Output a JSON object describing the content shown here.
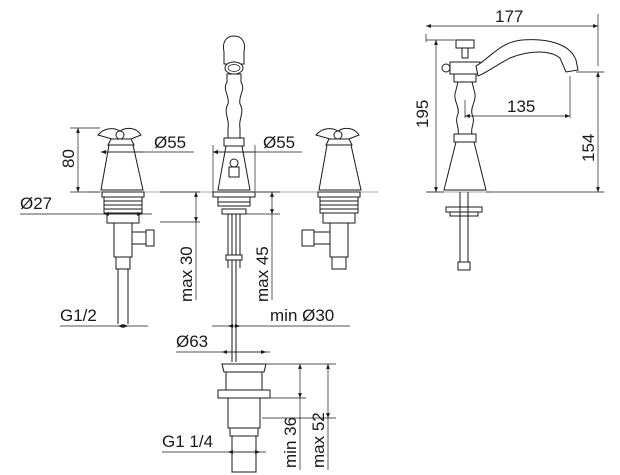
{
  "dimensions": {
    "side_width": "177",
    "side_height": "195",
    "side_reach": "135",
    "side_spout_height": "154",
    "handle_height": "80",
    "handle_diameter": "Ø55",
    "spout_base_diameter": "Ø55",
    "shank_diameter": "Ø27",
    "max_deck_left": "max 30",
    "max_deck_center": "max 45",
    "connection_thread": "G1/2",
    "min_hole": "min Ø30",
    "waste_diameter": "Ø63",
    "waste_min": "min 36",
    "waste_max": "max 52",
    "waste_thread": "G1 1/4"
  },
  "colors": {
    "line": "#1a1a1a",
    "background": "#ffffff"
  }
}
